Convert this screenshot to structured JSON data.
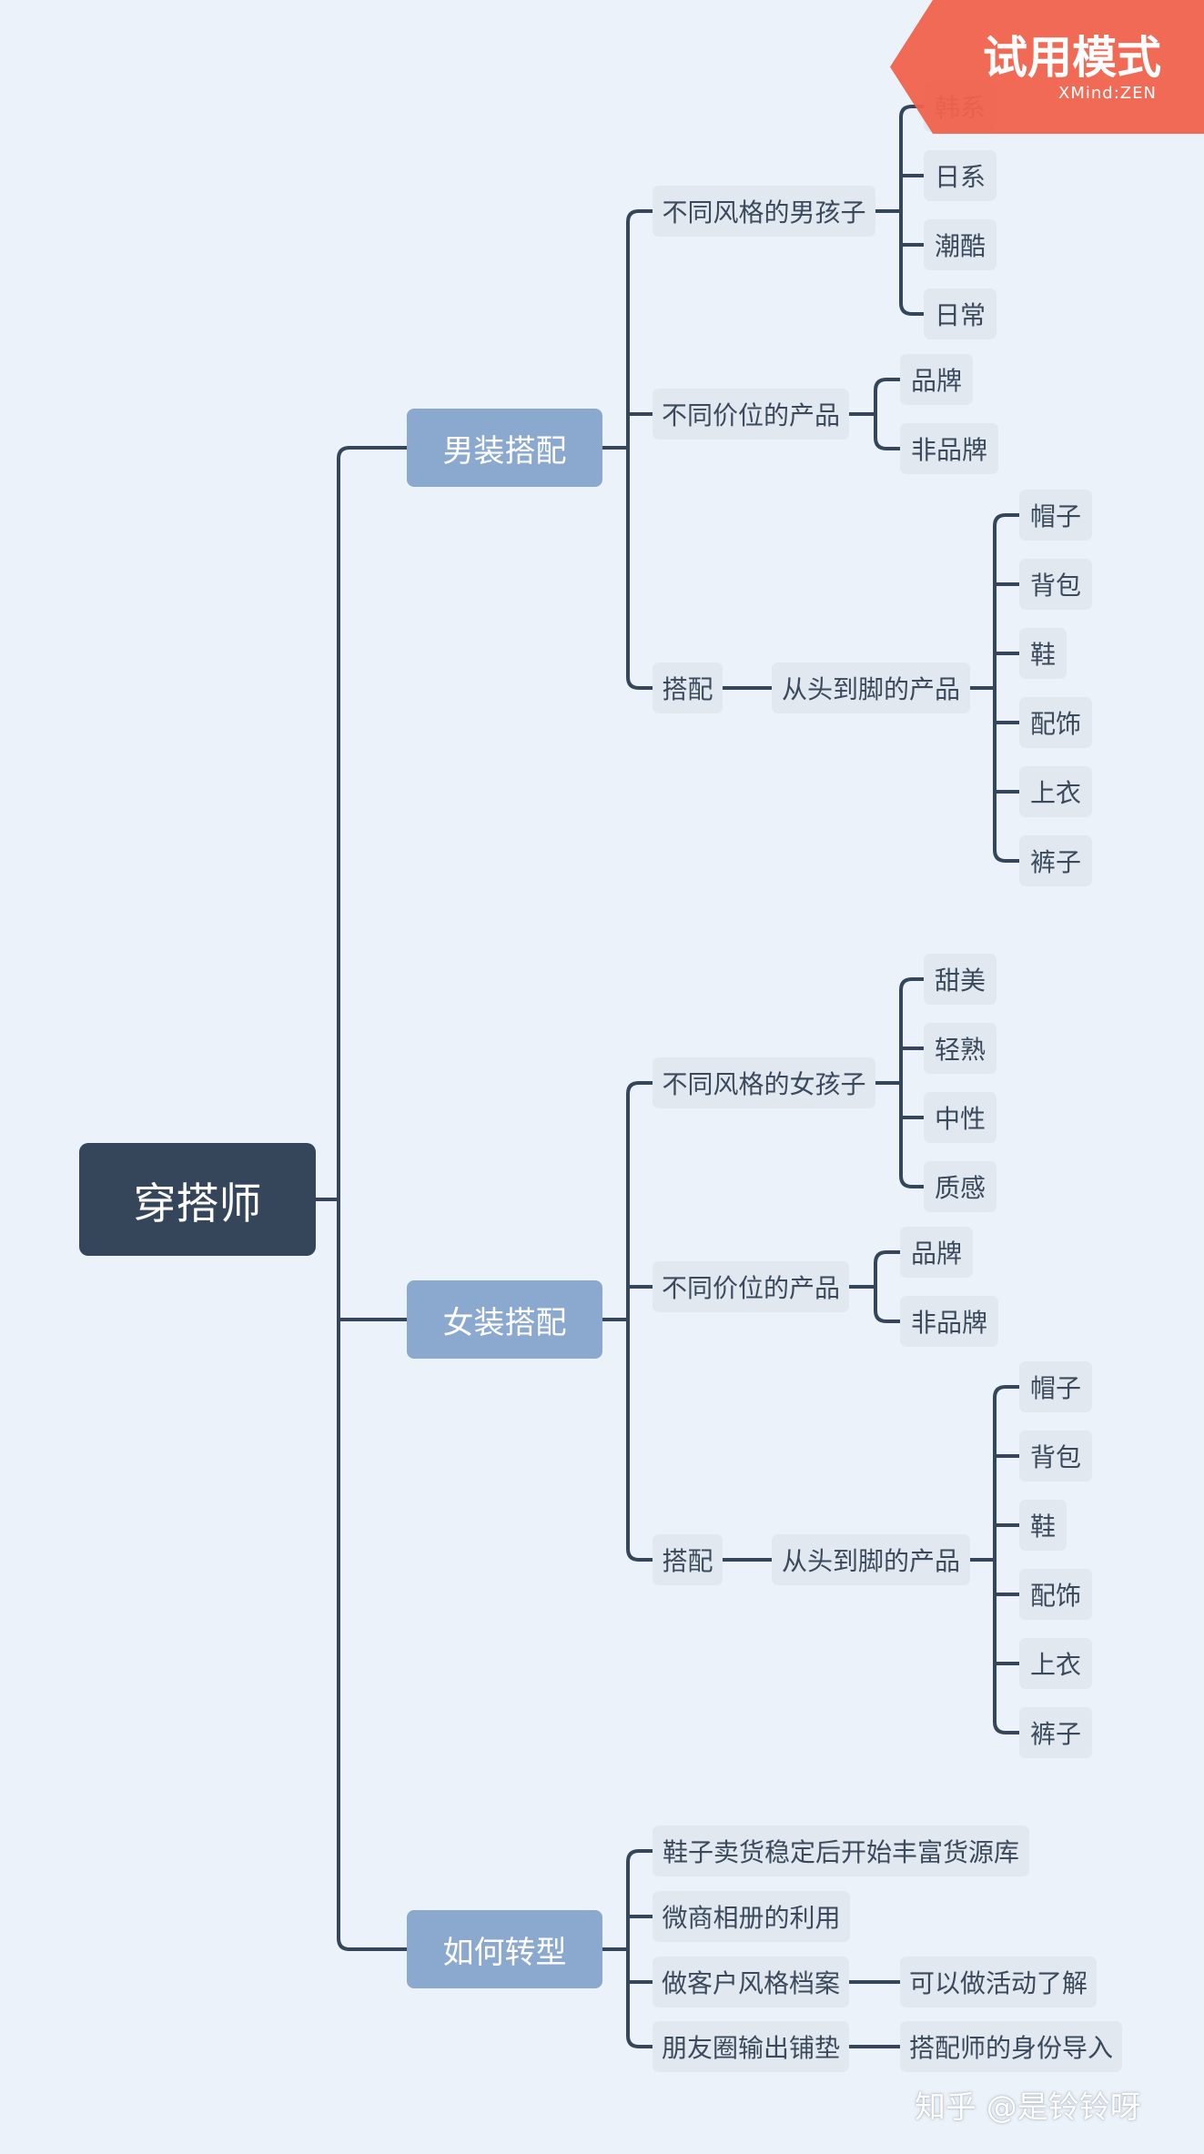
{
  "root": "穿搭师",
  "mens": {
    "label": "男装搭配",
    "style": {
      "label": "不同风格的男孩子",
      "items": [
        "韩系",
        "日系",
        "潮酷",
        "日常"
      ]
    },
    "price": {
      "label": "不同价位的产品",
      "items": [
        "品牌",
        "非品牌"
      ]
    },
    "match": {
      "label": "搭配",
      "sub": "从头到脚的产品",
      "items": [
        "帽子",
        "背包",
        "鞋",
        "配饰",
        "上衣",
        "裤子"
      ]
    }
  },
  "womens": {
    "label": "女装搭配",
    "style": {
      "label": "不同风格的女孩子",
      "items": [
        "甜美",
        "轻熟",
        "中性",
        "质感"
      ]
    },
    "price": {
      "label": "不同价位的产品",
      "items": [
        "品牌",
        "非品牌"
      ]
    },
    "match": {
      "label": "搭配",
      "sub": "从头到脚的产品",
      "items": [
        "帽子",
        "背包",
        "鞋",
        "配饰",
        "上衣",
        "裤子"
      ]
    }
  },
  "transform": {
    "label": "如何转型",
    "items": [
      "鞋子卖货稳定后开始丰富货源库",
      "微商相册的利用",
      "做客户风格档案",
      "朋友圈输出铺垫"
    ],
    "details": [
      "可以做活动了解",
      "搭配师的身份导入"
    ]
  },
  "badge": {
    "title": "试用模式",
    "subtitle": "XMind:ZEN"
  },
  "watermark": "知乎 @是铃铃呀",
  "colors": {
    "background": "#ecf2f9",
    "root": "#35465b",
    "main": "#8ba9cf",
    "sub": "#e2e8f0",
    "line": "#35465b",
    "badge": "#f0624c"
  }
}
